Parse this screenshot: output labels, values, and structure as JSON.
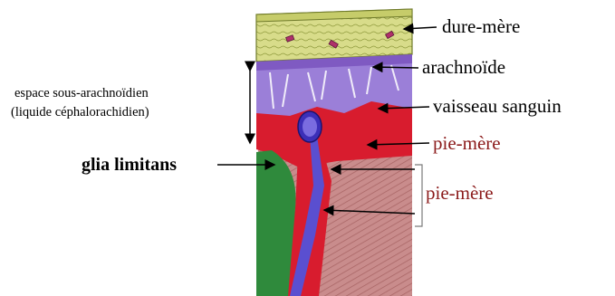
{
  "labels": {
    "dura": "dure-mère",
    "arachnoid": "arachnoïde",
    "vessel": "vaisseau sanguin",
    "pia1": "pie-mère",
    "pia2": "pie-mère",
    "space_line1": "espace sous-arachnoïdien",
    "space_line2": "(liquide céphalorachidien)",
    "glia": "glia limitans"
  },
  "colors": {
    "dura": "#d8dc8a",
    "arachnoid": "#7f5ac2",
    "csf_space": "#9b7fd8",
    "pia_red": "#d81c2e",
    "neural_tissue": "#c98c8c",
    "glia_green": "#2f8a3c",
    "vessel_blue": "#3c2fb8",
    "pia_label_red": "#8b1a1a"
  }
}
